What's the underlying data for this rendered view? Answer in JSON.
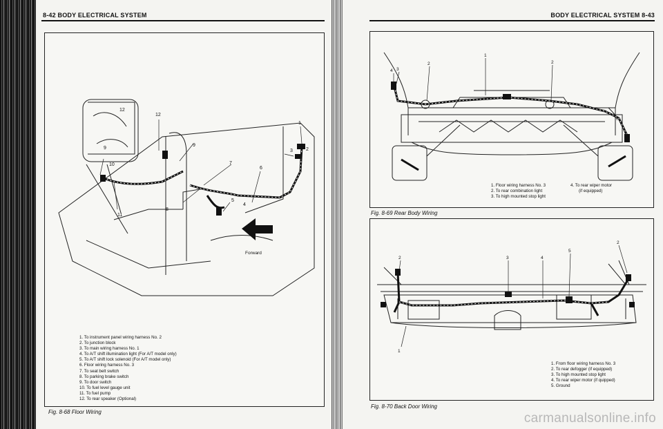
{
  "left_page": {
    "header": "8-42 BODY ELECTRICAL SYSTEM",
    "figure": {
      "caption": "Fig. 8-68 Floor Wiring",
      "forward_label": "Forward",
      "callouts": [
        "12",
        "12",
        "9",
        "10",
        "7",
        "6",
        "1",
        "3",
        "2",
        "5",
        "4",
        "8",
        "11",
        "9"
      ],
      "legend": [
        "1.  To instrument panel wiring harness No. 2",
        "2.  To junction block",
        "3.  To main wiring harness No. 1",
        "4.  To A/T shift illumination light (For A/T model only)",
        "5.  To A/T shift lock solenoid (For A/T model only)",
        "6.  Floor wiring harness No. 3",
        "7.  To seat belt switch",
        "8.  To parking brake switch",
        "9.  To door switch",
        "10.  To fuel level gauge unit",
        "11.  To fuel pump",
        "12.  To rear speaker (Optional)"
      ]
    }
  },
  "right_page": {
    "header": "BODY ELECTRICAL SYSTEM 8-43",
    "figure_top": {
      "caption": "Fig. 8-69 Rear Body Wiring",
      "callouts": [
        "1",
        "2",
        "3",
        "4",
        "2"
      ],
      "legend_col1": [
        "1.  Floor wiring harness No. 3",
        "2.  To rear combination light",
        "3.  To high mounted stop light"
      ],
      "legend_col2": [
        "4.  To rear wiper motor",
        "(if equipped)"
      ]
    },
    "figure_bottom": {
      "caption": "Fig. 8-70 Back Door Wiring",
      "callouts": [
        "2",
        "3",
        "4",
        "5",
        "2",
        "1"
      ],
      "legend": [
        "1.  From floor wiring harness No. 3",
        "2.  To rear defogger (if equipped)",
        "3.  To high mounted stop light",
        "4.  To rear wiper motor (if quipped)",
        "5.  Ground"
      ]
    }
  },
  "watermark": "carmanualsonline.info"
}
